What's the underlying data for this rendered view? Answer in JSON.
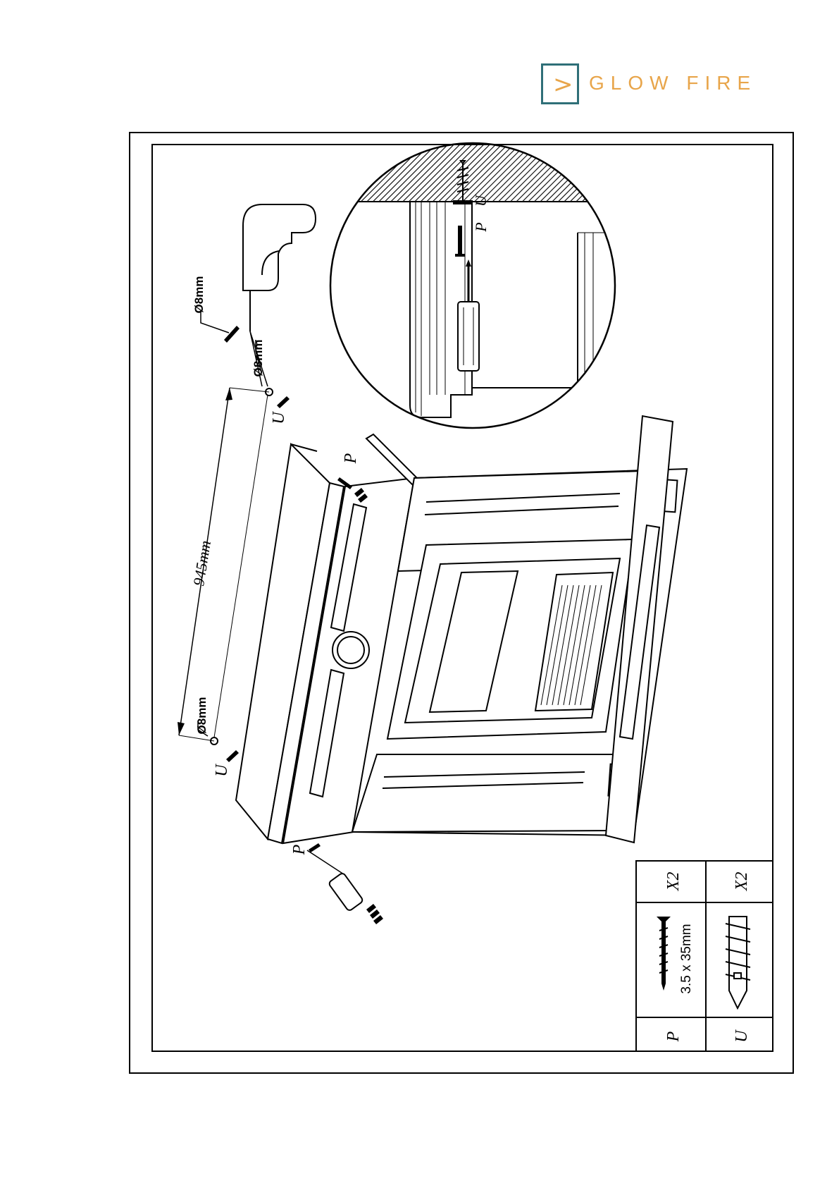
{
  "logo": {
    "mark": ">",
    "brand": "GLOW FIRE",
    "brand_color": "#e8a54a",
    "frame_color": "#2f6f78"
  },
  "labels": {
    "dimension": "945mm",
    "hole_diameter": "Ø8mm",
    "screw_letter": "P",
    "plug_letter": "U"
  },
  "parts_table": [
    {
      "letter": "P",
      "desc": "3.5 x 35mm",
      "qty": "X2",
      "icon": "screw-icon"
    },
    {
      "letter": "U",
      "desc": "",
      "qty": "X2",
      "icon": "wall-plug-icon"
    }
  ]
}
